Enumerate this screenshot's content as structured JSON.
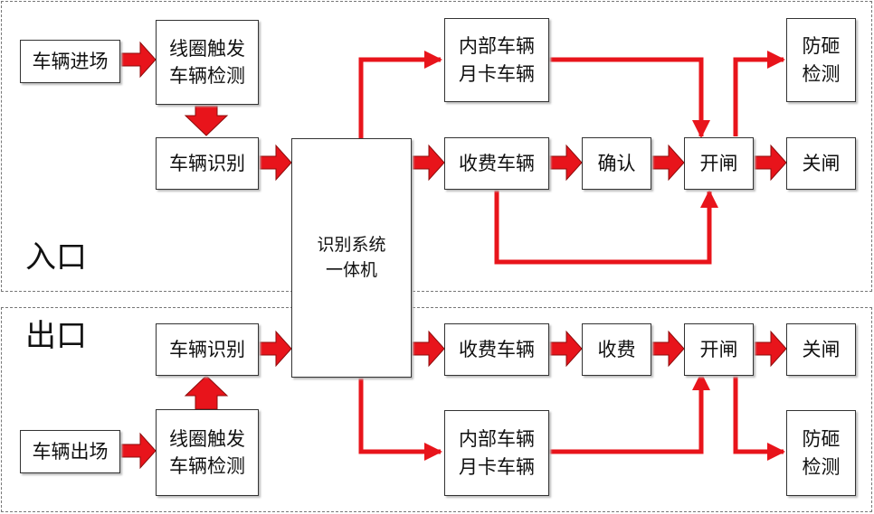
{
  "zones": {
    "entry_label": "入口",
    "exit_label": "出口"
  },
  "entry": {
    "vehicle_enter": "车辆进场",
    "coil_trigger": [
      "线圈触发",
      "车辆检测"
    ],
    "recognition": "车辆识别",
    "internal_monthly": [
      "内部车辆",
      "月卡车辆"
    ],
    "paid_vehicle": "收费车辆",
    "confirm": "确认",
    "open_gate": "开闸",
    "close_gate": "关闸",
    "anti_smash": [
      "防砸",
      "检测"
    ]
  },
  "central": [
    "识别系统",
    "一体机"
  ],
  "exit": {
    "vehicle_exit": "车辆出场",
    "coil_trigger": [
      "线圈触发",
      "车辆检测"
    ],
    "recognition": "车辆识别",
    "internal_monthly": [
      "内部车辆",
      "月卡车辆"
    ],
    "paid_vehicle": "收费车辆",
    "charge": "收费",
    "open_gate": "开闸",
    "close_gate": "关闸",
    "anti_smash": [
      "防砸",
      "检测"
    ]
  },
  "colors": {
    "arrow": "#e8141b",
    "arrow_outline": "#8c0b0b",
    "dash": "#777777",
    "box_border": "#333333"
  }
}
